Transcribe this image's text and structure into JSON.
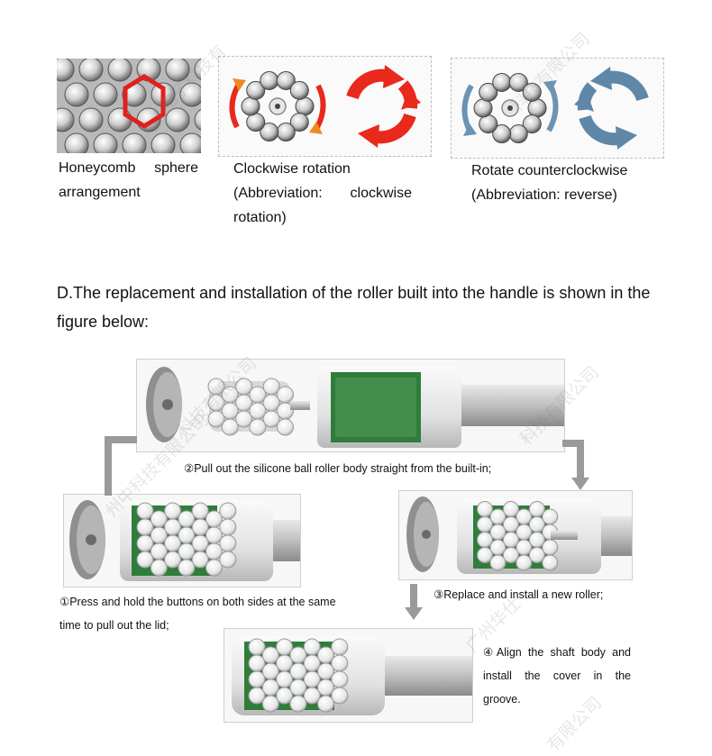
{
  "top_row": {
    "honeycomb": {
      "caption": "Honeycomb sphere arrangement"
    },
    "clockwise": {
      "caption_line1": "Clockwise rotation",
      "caption_line2": "(Abbreviation: clockwise rotation)"
    },
    "reverse": {
      "caption_line1": "Rotate counterclockwise",
      "caption_line2": "(Abbreviation: reverse)"
    }
  },
  "section_heading": "D.The replacement and installation of the roller built into the handle is shown in the figure below:",
  "steps": {
    "step1": "①Press and hold the buttons on both sides at the same time to pull out the lid;",
    "step2": "②Pull out the silicone ball roller body straight from the built-in;",
    "step3": "③Replace and install a new roller;",
    "step4": "④Align the shaft body and install the cover in the groove."
  },
  "watermarks": [
    "州中科技有限公司",
    "电子科技有",
    "科技有限公司",
    "科技有限公司",
    "科技有限公司",
    "有限公司",
    "广州华仕"
  ],
  "colors": {
    "clockwise_arrow": "#e8291c",
    "reverse_arrow": "#5f87a8",
    "honeycomb_hex": "#e02020",
    "flow_arrow": "#9a9a9a",
    "pcb_green": "#2f7d3a"
  },
  "icons": {
    "honeycomb": "honeycomb-sphere-icon",
    "clockwise": "clockwise-rotation-icon",
    "counterclockwise": "counterclockwise-rotation-icon"
  }
}
